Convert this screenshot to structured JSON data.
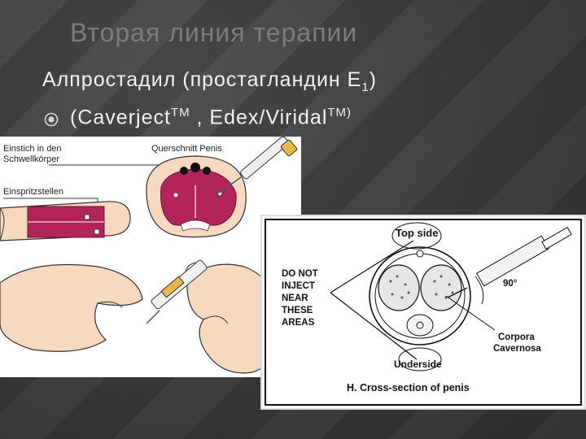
{
  "slide": {
    "title": "Вторая линия терапии",
    "line1_main": "Алпростадил (простагландин E",
    "line1_sub": "1",
    "line1_end": ")",
    "line2_a": "(Caverject",
    "line2_tm1": "TM",
    "line2_b": " , Edex/Virida",
    "line2_l": "l",
    "line2_tm2": "TM)"
  },
  "left_illustration": {
    "label_injection_site": [
      "Einstich in den",
      "Schwellkörper"
    ],
    "label_cross_section": "Querschnitt Penis",
    "label_injection_points": "Einspritzstellen"
  },
  "right_illustration": {
    "label_top": "Top side",
    "label_warning": [
      "DO NOT",
      "INJECT",
      "NEAR",
      "THESE",
      "AREAS"
    ],
    "label_angle": "90°",
    "label_corpora": [
      "Corpora",
      "Cavernosa"
    ],
    "label_underside": "Underside",
    "caption": "H.  Cross-section of penis"
  },
  "colors": {
    "title": "#7c7c7c",
    "body_text": "#f2f2f2",
    "tissue": "#b2245a",
    "skin": "#f6d9bf",
    "bullet": "#d9d9d9"
  }
}
